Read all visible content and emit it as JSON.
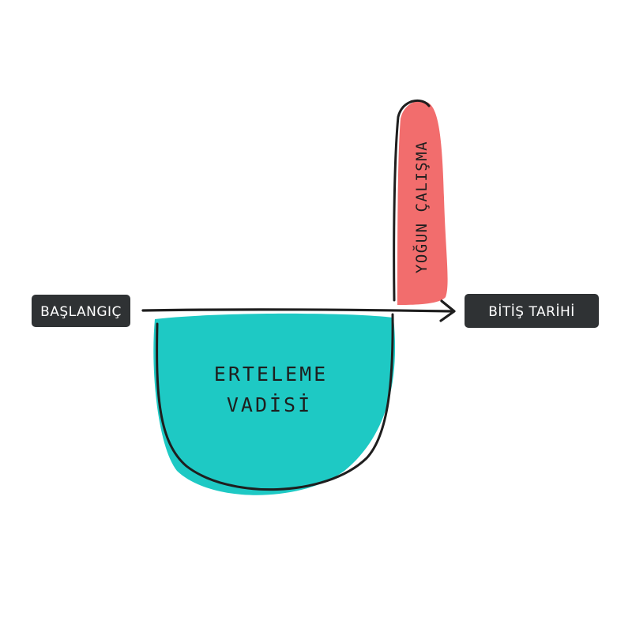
{
  "labels": {
    "start": "BAŞLANGIÇ",
    "end": "BİTİŞ TARİHİ",
    "valley_line1": "ERTELEME",
    "valley_line2": "VADİSİ",
    "spike": "YOĞUN ÇALIŞMA"
  },
  "colors": {
    "background": "#ffffff",
    "label_chip": "#2f3234",
    "label_text": "#ffffff",
    "valley_fill": "#1ec9c4",
    "spike_fill": "#f26d6d",
    "ink": "#1e1e1e"
  },
  "icons": {
    "timeline_arrow": "arrow-right-icon"
  }
}
